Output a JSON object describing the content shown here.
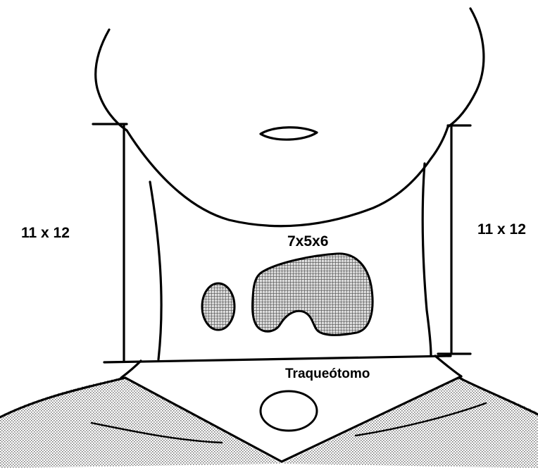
{
  "labels": {
    "left_dimension": "11 x 12",
    "right_dimension": "11 x 12",
    "mass_dimension": "7x5x6",
    "tracheostomy": "Traqueótomo"
  },
  "colors": {
    "ink": "#000000",
    "stipple": "#8a8a8a",
    "background": "#ffffff"
  }
}
